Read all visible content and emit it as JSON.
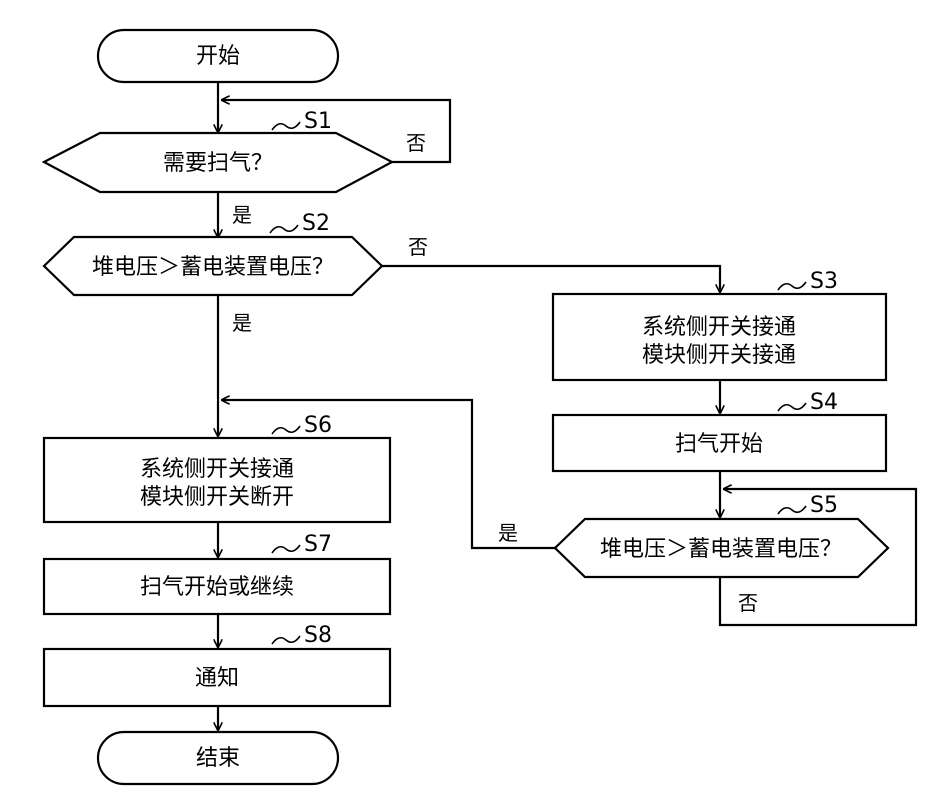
{
  "start": "开始",
  "end": "结束",
  "s1": {
    "label": "需要扫气？",
    "step": "S1",
    "no": "否",
    "yes": "是"
  },
  "s2": {
    "label": "堆电压＞蓄电装置电压？",
    "step": "S2",
    "no": "否",
    "yes": "是"
  },
  "s3": {
    "line1": "系统侧开关接通",
    "line2": "模块侧开关接通",
    "step": "S3"
  },
  "s4": {
    "label": "扫气开始",
    "step": "S4"
  },
  "s5": {
    "label": "堆电压＞蓄电装置电压？",
    "step": "S5",
    "yes": "是",
    "no": "否"
  },
  "s6": {
    "line1": "系统侧开关接通",
    "line2": "模块侧开关断开",
    "step": "S6"
  },
  "s7": {
    "label": "扫气开始或继续",
    "step": "S7"
  },
  "s8": {
    "label": "通知",
    "step": "S8"
  }
}
